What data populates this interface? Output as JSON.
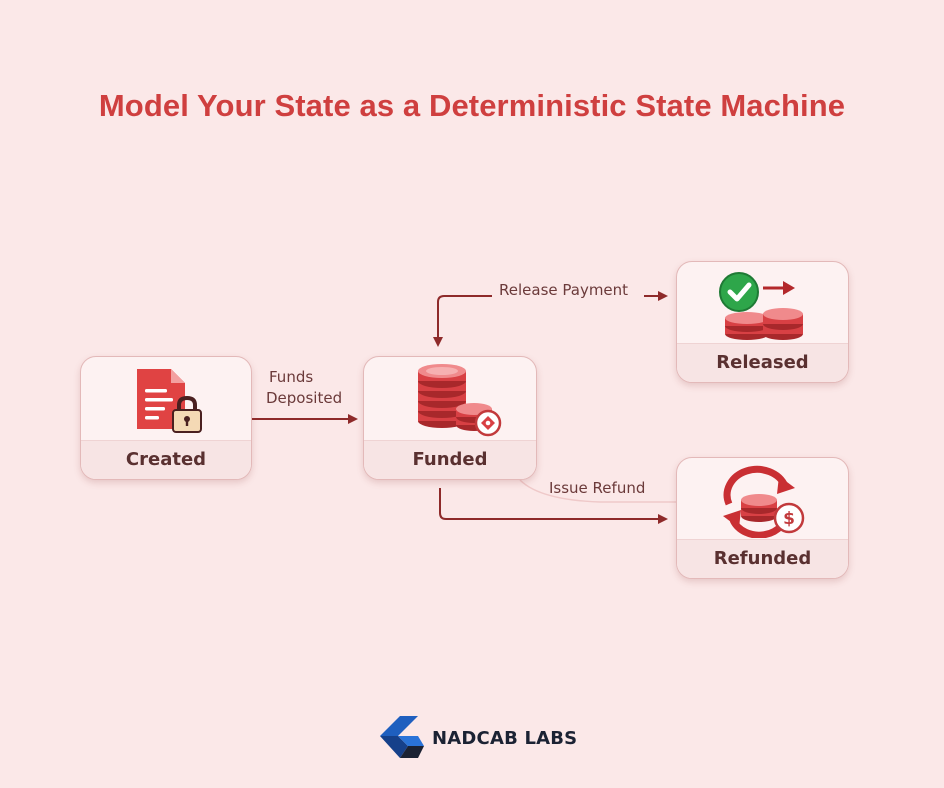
{
  "title": "Model Your State as a Deterministic State Machine",
  "states": {
    "created": {
      "label": "Created",
      "icon": "locked-document-icon"
    },
    "funded": {
      "label": "Funded",
      "icon": "coin-stack-icon"
    },
    "released": {
      "label": "Released",
      "icon": "checkmark-coins-icon"
    },
    "refunded": {
      "label": "Refunded",
      "icon": "refund-coins-icon"
    }
  },
  "transitions": {
    "funds_deposited": {
      "line1": "Funds",
      "line2": "Deposited"
    },
    "release_payment": "Release Payment",
    "issue_refund": "Issue Refund"
  },
  "brand": {
    "name": "NADCAB LABS",
    "accent": "#cf3f3f",
    "logo_colors": [
      "#1f5fbf",
      "#1b2233"
    ]
  }
}
